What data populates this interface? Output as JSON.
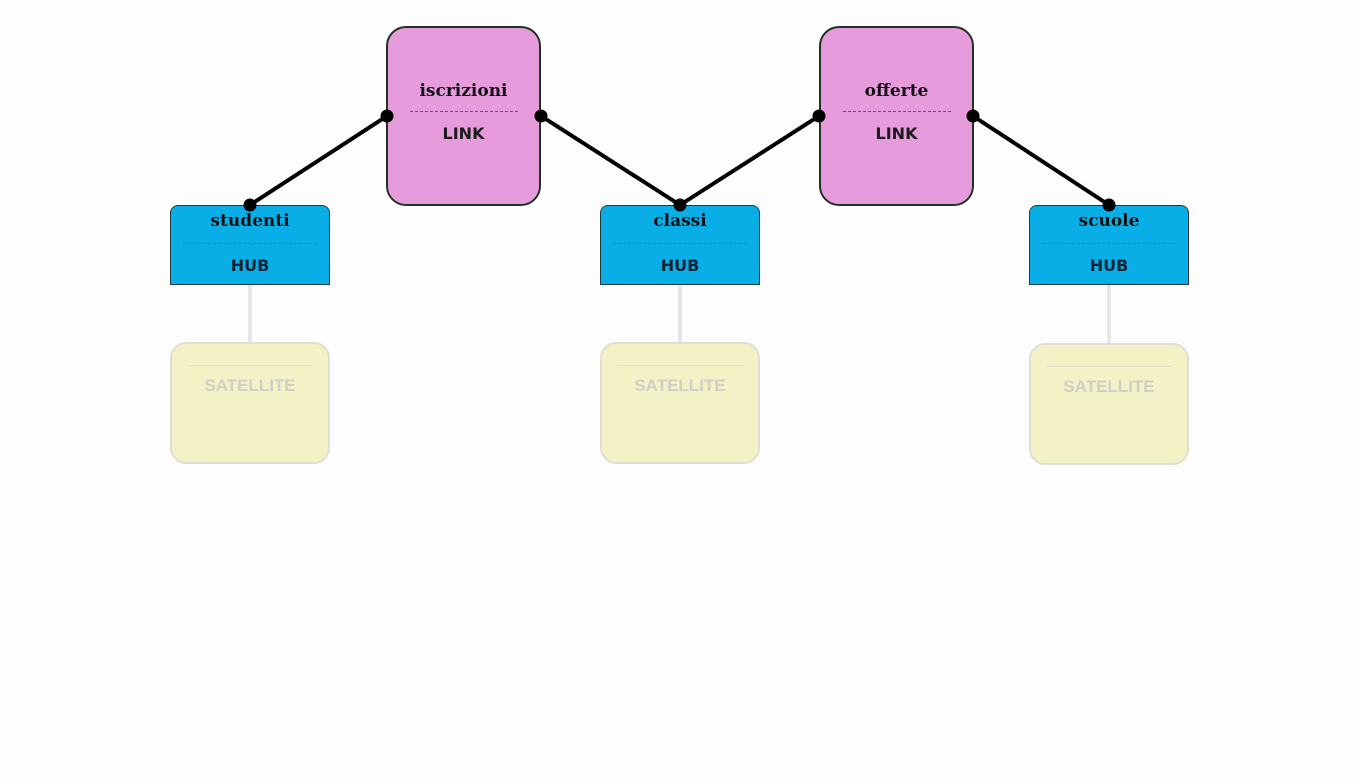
{
  "links": [
    {
      "id": "iscrizioni",
      "title": "iscrizioni",
      "type": "LINK"
    },
    {
      "id": "offerte",
      "title": "offerte",
      "type": "LINK"
    }
  ],
  "hubs": [
    {
      "id": "studenti",
      "title": "studenti",
      "type": "HUB"
    },
    {
      "id": "classi",
      "title": "classi",
      "type": "HUB"
    },
    {
      "id": "scuole",
      "title": "scuole",
      "type": "HUB"
    }
  ],
  "satellites": [
    {
      "type": "SATELLITE"
    },
    {
      "type": "SATELLITE"
    },
    {
      "type": "SATELLITE"
    }
  ],
  "connections": [
    {
      "from": "iscrizioni",
      "to": "studenti"
    },
    {
      "from": "iscrizioni",
      "to": "classi"
    },
    {
      "from": "offerte",
      "to": "classi"
    },
    {
      "from": "offerte",
      "to": "scuole"
    }
  ],
  "colors": {
    "link_fill": "#e59bdc",
    "hub_fill": "#0aaee6",
    "satellite_fill": "#f3f1c6",
    "edge": "#000000"
  }
}
